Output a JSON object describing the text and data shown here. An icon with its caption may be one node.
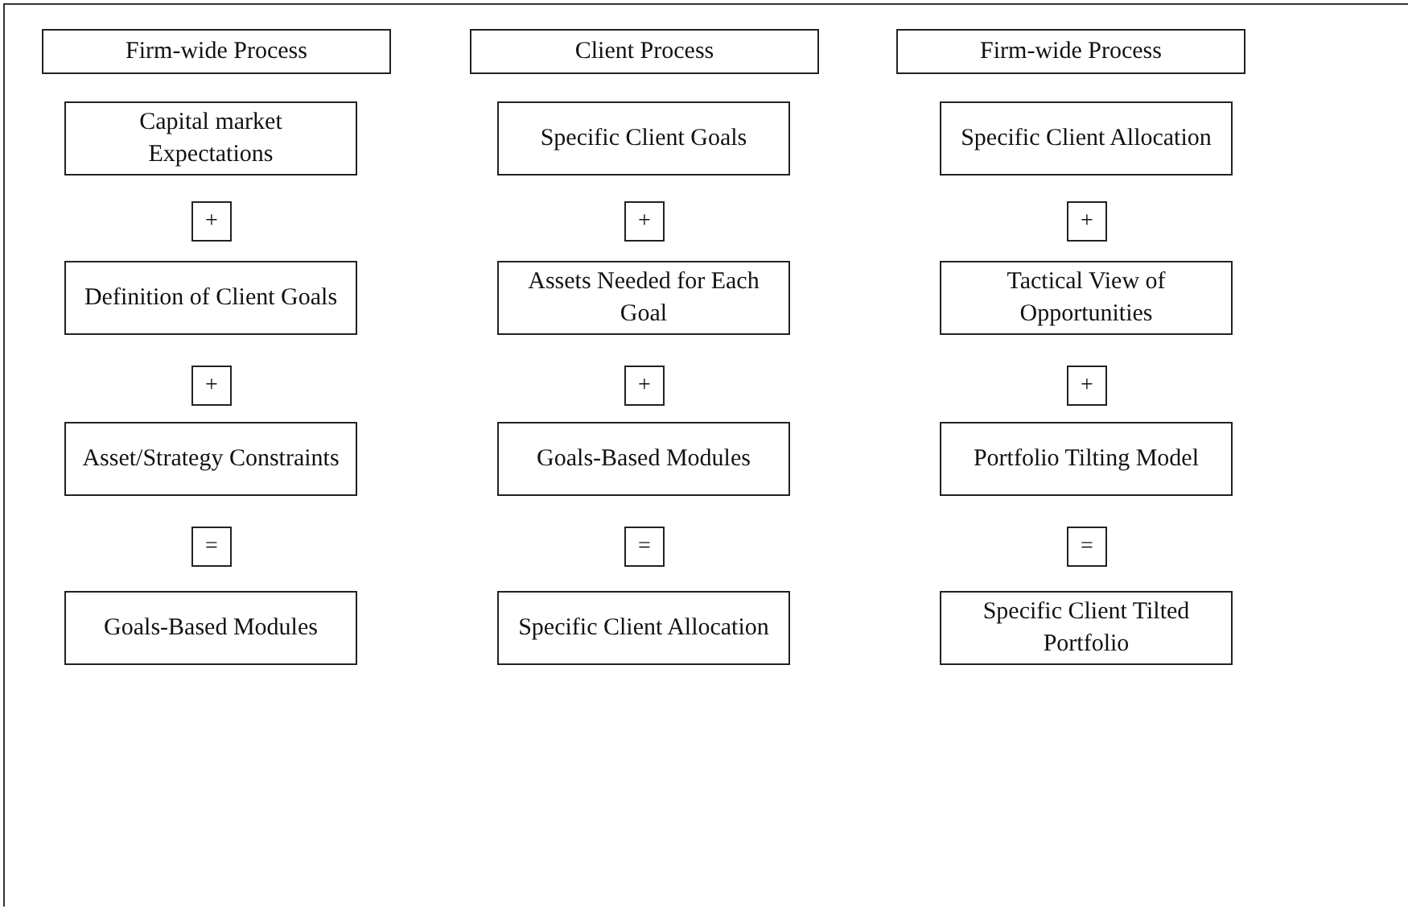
{
  "diagram": {
    "nodes": [
      {
        "text": [
          "Firm-wide Process"
        ]
      },
      {
        "text": [
          "Client Process"
        ]
      },
      {
        "text": [
          "Firm-wide Process"
        ]
      },
      {
        "text": [
          "Capital market Expectations"
        ]
      },
      {
        "text": [
          "Specific Client Goals"
        ]
      },
      {
        "text": [
          "Specific Client Allocation"
        ]
      },
      {
        "text": [
          "+"
        ]
      },
      {
        "text": [
          "+"
        ]
      },
      {
        "text": [
          "+"
        ]
      },
      {
        "text": [
          "Definition of Client Goals"
        ]
      },
      {
        "text": [
          "Assets Needed for Each Goal"
        ]
      },
      {
        "text": [
          "Tactical View of Opportunities"
        ]
      },
      {
        "text": [
          "+"
        ]
      },
      {
        "text": [
          "+"
        ]
      },
      {
        "text": [
          "+"
        ]
      },
      {
        "text": [
          "Asset/Strategy Constraints"
        ]
      },
      {
        "text": [
          "Goals-Based Modules"
        ]
      },
      {
        "text": [
          "Portfolio Tilting Model"
        ]
      },
      {
        "text": [
          "="
        ]
      },
      {
        "text": [
          "="
        ]
      },
      {
        "text": [
          "="
        ]
      },
      {
        "text": [
          "Goals-Based Modules"
        ]
      },
      {
        "text": [
          "Specific Client Allocation"
        ]
      },
      {
        "text": [
          "Specific Client Tilted Portfolio"
        ]
      }
    ]
  }
}
